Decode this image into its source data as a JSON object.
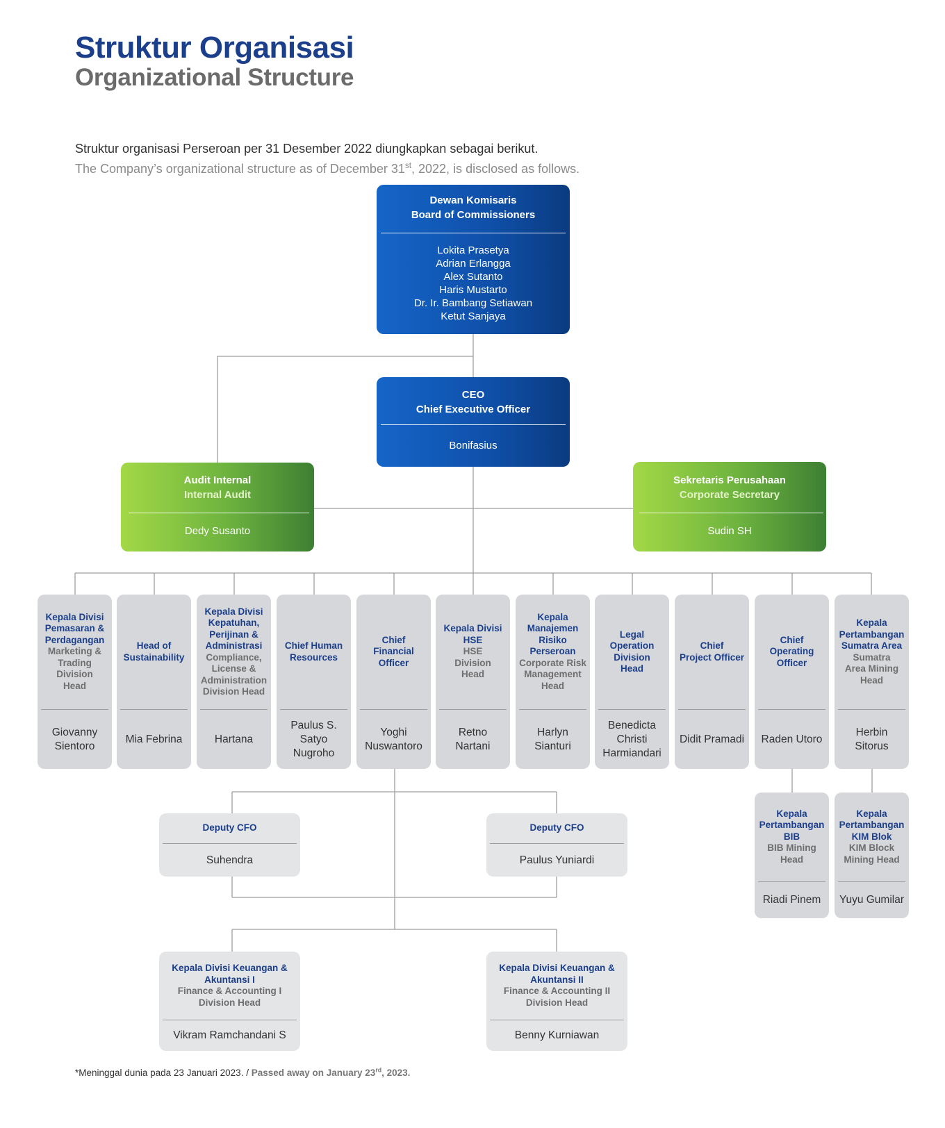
{
  "header": {
    "title": "Struktur Organisasi",
    "subtitle": "Organizational Structure",
    "intro_id": "Struktur organisasi Perseroan per 31 Desember 2022 diungkapkan sebagai berikut.",
    "intro_en_pre": "The Company’s organizational structure as of December 31",
    "intro_en_sup": "st",
    "intro_en_post": ", 2022, is disclosed as follows."
  },
  "board": {
    "title_id": "Dewan Komisaris",
    "title_en": "Board of Commissioners",
    "members": [
      "Lokita Prasetya",
      "Adrian Erlangga",
      "Alex Sutanto",
      "Haris Mustarto",
      "Dr. Ir. Bambang Setiawan",
      "Ketut Sanjaya"
    ]
  },
  "ceo": {
    "title_id": "CEO",
    "title_en": "Chief Executive Officer",
    "name": "Bonifasius"
  },
  "audit": {
    "title_id": "Audit Internal",
    "title_en": "Internal Audit",
    "name": "Dedy Susanto"
  },
  "secretary": {
    "title_id": "Sekretaris Perusahaan",
    "title_en": "Corporate Secretary",
    "name": "Sudin SH"
  },
  "divisions": [
    {
      "id": "Kepala Divisi\nPemasaran &\nPerdagangan",
      "en": "Marketing &\nTrading\nDivision\nHead",
      "name": "Giovanny\nSientoro"
    },
    {
      "id": "Head of\nSustainability",
      "en": "",
      "name": "Mia Febrina"
    },
    {
      "id": "Kepala Divisi\nKepatuhan,\nPerijinan &\nAdministrasi",
      "en": "Compliance,\nLicense &\nAdministration\nDivision Head",
      "name": "Hartana"
    },
    {
      "id": "Chief Human\nResources",
      "en": "",
      "name": "Paulus S.\nSatyo\nNugroho"
    },
    {
      "id": "Chief\nFinancial\nOfficer",
      "en": "",
      "name": "Yoghi\nNuswantoro"
    },
    {
      "id": "Kepala Divisi\nHSE",
      "en": "HSE\nDivision\nHead",
      "name": "Retno\nNartani"
    },
    {
      "id": "Kepala\nManajemen\nRisiko\nPerseroan",
      "en": "Corporate Risk\nManagement\nHead",
      "name": "Harlyn\nSianturi"
    },
    {
      "id": "Legal\nOperation\nDivision\nHead",
      "en": "",
      "name": "Benedicta\nChristi\nHarmiandari"
    },
    {
      "id": "Chief\nProject Officer",
      "en": "",
      "name": "Didit Pramadi"
    },
    {
      "id": "Chief\nOperating\nOfficer",
      "en": "",
      "name": "Raden Utoro"
    },
    {
      "id": "Kepala\nPertambangan\nSumatra Area",
      "en": "Sumatra\nArea Mining\nHead",
      "name": "Herbin\nSitorus"
    }
  ],
  "mining": [
    {
      "id": "Kepala\nPertambangan\nBIB",
      "en": "BIB Mining\nHead",
      "name": "Riadi Pinem"
    },
    {
      "id": "Kepala\nPertambangan\nKIM Blok",
      "en": "KIM Block\nMining Head",
      "name": "Yuyu Gumilar"
    }
  ],
  "deputies": [
    {
      "id": "Deputy CFO",
      "name": "Suhendra"
    },
    {
      "id": "Deputy CFO",
      "name": "Paulus Yuniardi"
    }
  ],
  "finance_heads": [
    {
      "id": "Kepala Divisi Keuangan &\nAkuntansi I",
      "en": "Finance & Accounting I\nDivision Head",
      "name": "Vikram Ramchandani S"
    },
    {
      "id": "Kepala Divisi Keuangan &\nAkuntansi II",
      "en": "Finance & Accounting II\nDivision Head",
      "name": "Benny Kurniawan"
    }
  ],
  "footnote": {
    "id": "*Meninggal dunia pada 23 Januari 2023. /",
    "en_pre": "Passed away on January 23",
    "en_sup": "rd",
    "en_post": ", 2023."
  },
  "colors": {
    "title_blue": "#1b3f8b",
    "box_blue": "#1565c8",
    "box_green": "#6db33f",
    "box_grey": "#d6d7da",
    "connector": "#9e9e9e"
  }
}
